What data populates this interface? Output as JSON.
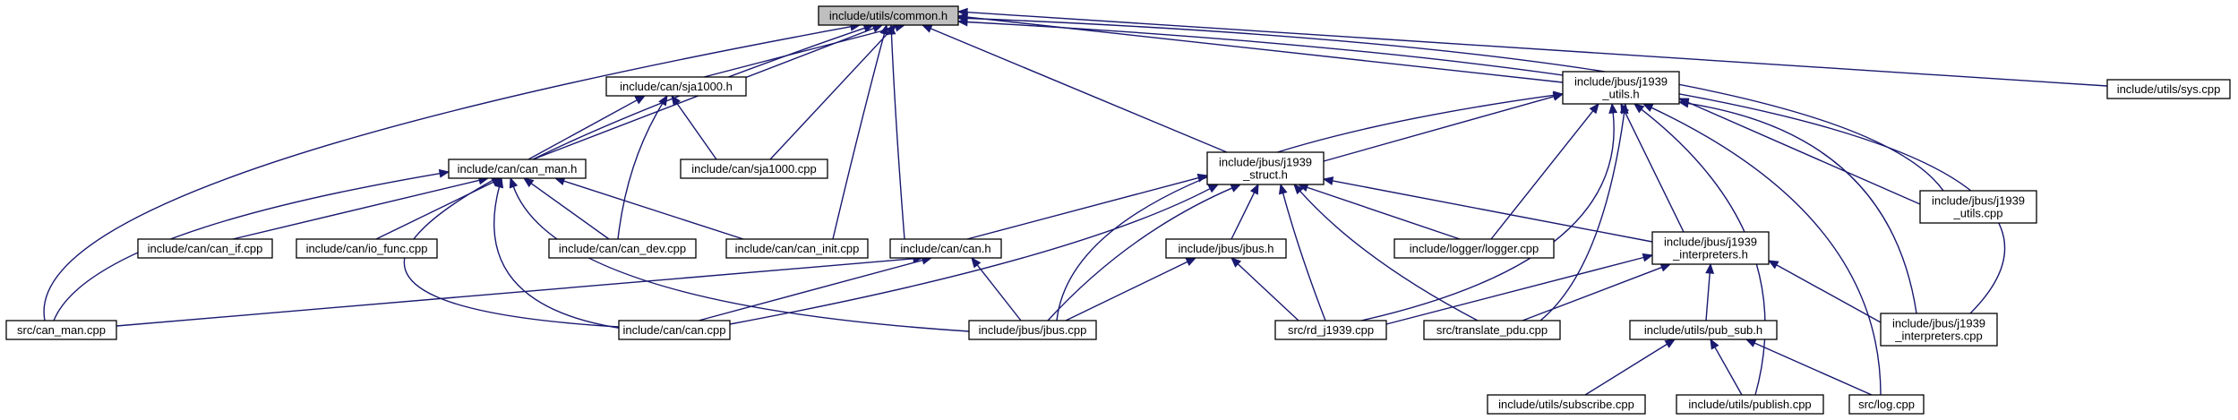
{
  "diagram": {
    "type": "include-dependency-graph",
    "nodes": [
      {
        "id": "common_h",
        "lines": [
          "include/utils/common.h"
        ],
        "root": true
      },
      {
        "id": "sja1000_h",
        "lines": [
          "include/can/sja1000.h"
        ]
      },
      {
        "id": "j1939_utils_h",
        "lines": [
          "include/jbus/j1939",
          "_utils.h"
        ]
      },
      {
        "id": "sys_cpp",
        "lines": [
          "include/utils/sys.cpp"
        ]
      },
      {
        "id": "can_man_h",
        "lines": [
          "include/can/can_man.h"
        ]
      },
      {
        "id": "sja1000_cpp",
        "lines": [
          "include/can/sja1000.cpp"
        ]
      },
      {
        "id": "j1939_struct_h",
        "lines": [
          "include/jbus/j1939",
          "_struct.h"
        ]
      },
      {
        "id": "j1939_utils_cpp",
        "lines": [
          "include/jbus/j1939",
          "_utils.cpp"
        ]
      },
      {
        "id": "can_if_cpp",
        "lines": [
          "include/can/can_if.cpp"
        ]
      },
      {
        "id": "io_func_cpp",
        "lines": [
          "include/can/io_func.cpp"
        ]
      },
      {
        "id": "can_dev_cpp",
        "lines": [
          "include/can/can_dev.cpp"
        ]
      },
      {
        "id": "can_init_cpp",
        "lines": [
          "include/can/can_init.cpp"
        ]
      },
      {
        "id": "can_h",
        "lines": [
          "include/can/can.h"
        ]
      },
      {
        "id": "jbus_h",
        "lines": [
          "include/jbus/jbus.h"
        ]
      },
      {
        "id": "logger_cpp",
        "lines": [
          "include/logger/logger.cpp"
        ]
      },
      {
        "id": "j1939_interpreters_h",
        "lines": [
          "include/jbus/j1939",
          "_interpreters.h"
        ]
      },
      {
        "id": "can_man_cpp",
        "lines": [
          "src/can_man.cpp"
        ]
      },
      {
        "id": "can_cpp",
        "lines": [
          "include/can/can.cpp"
        ]
      },
      {
        "id": "jbus_cpp",
        "lines": [
          "include/jbus/jbus.cpp"
        ]
      },
      {
        "id": "rd_j1939_cpp",
        "lines": [
          "src/rd_j1939.cpp"
        ]
      },
      {
        "id": "translate_pdu_cpp",
        "lines": [
          "src/translate_pdu.cpp"
        ]
      },
      {
        "id": "pub_sub_h",
        "lines": [
          "include/utils/pub_sub.h"
        ]
      },
      {
        "id": "j1939_interpreters_cpp",
        "lines": [
          "include/jbus/j1939",
          "_interpreters.cpp"
        ]
      },
      {
        "id": "subscribe_cpp",
        "lines": [
          "include/utils/subscribe.cpp"
        ]
      },
      {
        "id": "publish_cpp",
        "lines": [
          "include/utils/publish.cpp"
        ]
      },
      {
        "id": "log_cpp",
        "lines": [
          "src/log.cpp"
        ]
      }
    ],
    "edges": [
      {
        "from": "sja1000_h",
        "to": "common_h"
      },
      {
        "from": "j1939_utils_h",
        "to": "common_h"
      },
      {
        "from": "sys_cpp",
        "to": "common_h"
      },
      {
        "from": "can_man_h",
        "to": "common_h"
      },
      {
        "from": "sja1000_cpp",
        "to": "common_h"
      },
      {
        "from": "j1939_struct_h",
        "to": "common_h"
      },
      {
        "from": "j1939_utils_cpp",
        "to": "common_h"
      },
      {
        "from": "can_init_cpp",
        "to": "common_h"
      },
      {
        "from": "can_h",
        "to": "common_h"
      },
      {
        "from": "can_man_cpp",
        "to": "common_h"
      },
      {
        "from": "can_cpp",
        "to": "common_h"
      },
      {
        "from": "j1939_interpreters_cpp",
        "to": "common_h"
      },
      {
        "from": "can_man_h",
        "to": "sja1000_h"
      },
      {
        "from": "sja1000_cpp",
        "to": "sja1000_h"
      },
      {
        "from": "can_dev_cpp",
        "to": "sja1000_h"
      },
      {
        "from": "can_if_cpp",
        "to": "can_man_h"
      },
      {
        "from": "io_func_cpp",
        "to": "can_man_h"
      },
      {
        "from": "can_dev_cpp",
        "to": "can_man_h"
      },
      {
        "from": "can_init_cpp",
        "to": "can_man_h"
      },
      {
        "from": "can_man_cpp",
        "to": "can_man_h"
      },
      {
        "from": "can_cpp",
        "to": "can_man_h"
      },
      {
        "from": "jbus_cpp",
        "to": "can_man_h"
      },
      {
        "from": "j1939_struct_h",
        "to": "j1939_utils_h"
      },
      {
        "from": "j1939_utils_cpp",
        "to": "j1939_utils_h"
      },
      {
        "from": "logger_cpp",
        "to": "j1939_utils_h"
      },
      {
        "from": "j1939_interpreters_h",
        "to": "j1939_utils_h"
      },
      {
        "from": "jbus_cpp",
        "to": "j1939_utils_h"
      },
      {
        "from": "rd_j1939_cpp",
        "to": "j1939_utils_h"
      },
      {
        "from": "translate_pdu_cpp",
        "to": "j1939_utils_h"
      },
      {
        "from": "j1939_interpreters_cpp",
        "to": "j1939_utils_h"
      },
      {
        "from": "publish_cpp",
        "to": "j1939_utils_h"
      },
      {
        "from": "log_cpp",
        "to": "j1939_utils_h"
      },
      {
        "from": "can_h",
        "to": "j1939_struct_h"
      },
      {
        "from": "jbus_h",
        "to": "j1939_struct_h"
      },
      {
        "from": "logger_cpp",
        "to": "j1939_struct_h"
      },
      {
        "from": "j1939_interpreters_h",
        "to": "j1939_struct_h"
      },
      {
        "from": "can_cpp",
        "to": "j1939_struct_h"
      },
      {
        "from": "jbus_cpp",
        "to": "j1939_struct_h"
      },
      {
        "from": "rd_j1939_cpp",
        "to": "j1939_struct_h"
      },
      {
        "from": "translate_pdu_cpp",
        "to": "j1939_struct_h"
      },
      {
        "from": "can_man_cpp",
        "to": "can_h"
      },
      {
        "from": "can_cpp",
        "to": "can_h"
      },
      {
        "from": "jbus_cpp",
        "to": "can_h"
      },
      {
        "from": "jbus_cpp",
        "to": "jbus_h"
      },
      {
        "from": "rd_j1939_cpp",
        "to": "jbus_h"
      },
      {
        "from": "rd_j1939_cpp",
        "to": "j1939_interpreters_h"
      },
      {
        "from": "translate_pdu_cpp",
        "to": "j1939_interpreters_h"
      },
      {
        "from": "pub_sub_h",
        "to": "j1939_interpreters_h"
      },
      {
        "from": "j1939_interpreters_cpp",
        "to": "j1939_interpreters_h"
      },
      {
        "from": "subscribe_cpp",
        "to": "pub_sub_h"
      },
      {
        "from": "publish_cpp",
        "to": "pub_sub_h"
      },
      {
        "from": "log_cpp",
        "to": "pub_sub_h"
      }
    ]
  }
}
